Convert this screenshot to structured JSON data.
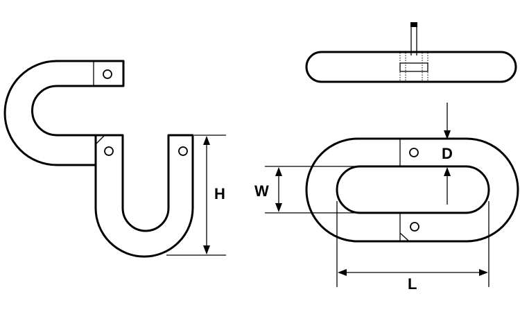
{
  "labels": {
    "height": "H",
    "width": "W",
    "diameter": "D",
    "length": "L"
  }
}
